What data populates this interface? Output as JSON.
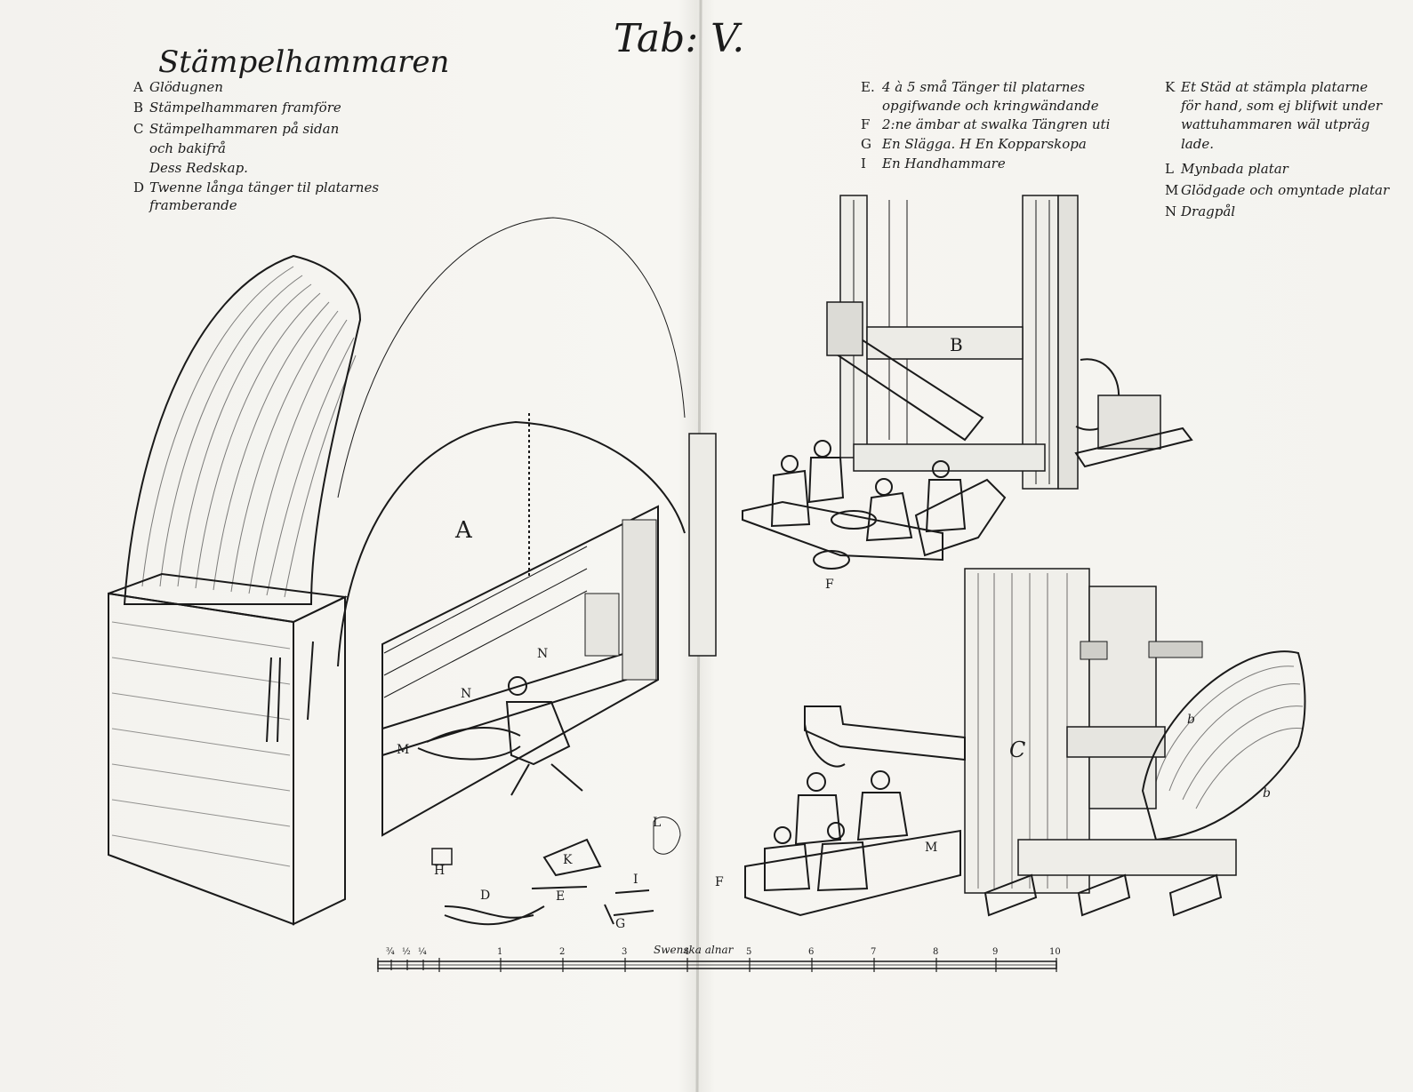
{
  "plate_title": "Tab: V.",
  "heading": "Stämpelhammaren",
  "legend_left": [
    {
      "key": "A",
      "text": "Glödugnen"
    },
    {
      "key": "B",
      "text": "Stämpelhammaren framföre"
    },
    {
      "key": "C",
      "text": "Stämpelhammaren på sidan"
    },
    {
      "key": "",
      "text": "och bakifrå"
    },
    {
      "key": "",
      "text": "Dess Redskap."
    },
    {
      "key": "D",
      "text": "Twenne långa tänger til platarnes"
    },
    {
      "key": "",
      "text": "framberande"
    }
  ],
  "legend_mid": [
    {
      "key": "E.",
      "text": "4 à 5 små Tänger til platarnes"
    },
    {
      "key": "",
      "text": "opgifwande och kringwändande"
    },
    {
      "key": "F",
      "text": "2:ne ämbar at swalka Tängren uti"
    },
    {
      "key": "G",
      "text": "En Slägga. H En Kopparskopa"
    },
    {
      "key": "I",
      "text": "En Handhammare"
    }
  ],
  "legend_right": [
    {
      "key": "K",
      "text": "Et Städ at stämpla platarne"
    },
    {
      "key": "",
      "text": "för hand, som ej blifwit under"
    },
    {
      "key": "",
      "text": "wattuhammaren wäl utpräg"
    },
    {
      "key": "",
      "text": "lade."
    },
    {
      "key": "L",
      "text": "Mynbada platar"
    },
    {
      "key": "M",
      "text": "Glödgade och omyntade platar"
    },
    {
      "key": "N",
      "text": "Dragpål"
    }
  ],
  "figure_labels": {
    "a": "A",
    "b": "B",
    "c": "C",
    "k": "K",
    "d": "D",
    "e": "E",
    "g": "G",
    "h": "H",
    "i": "I",
    "l": "L",
    "m1": "M",
    "m2": "M",
    "f1": "F",
    "f2": "F",
    "n1": "N",
    "n2": "N",
    "b_small": "b",
    "b_small2": "b"
  },
  "scale": {
    "caption": "Swenska alnar",
    "fractions": [
      "¾",
      "½",
      "¼"
    ],
    "ticks": [
      "1",
      "2",
      "3",
      "4",
      "5",
      "6",
      "7",
      "8",
      "9",
      "10"
    ]
  }
}
